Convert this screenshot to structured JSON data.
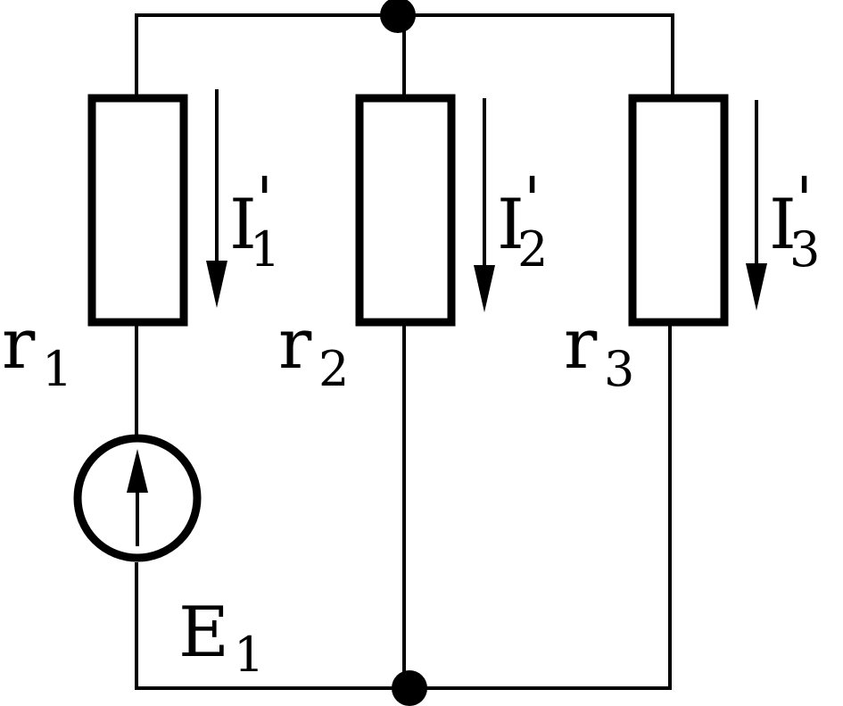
{
  "colors": {
    "stroke": "#000000",
    "background": "#ffffff"
  },
  "resistors": [
    {
      "symbol": "r",
      "index": "1"
    },
    {
      "symbol": "r",
      "index": "2"
    },
    {
      "symbol": "r",
      "index": "3"
    }
  ],
  "currents": [
    {
      "symbol": "I",
      "index": "1",
      "prime": "'"
    },
    {
      "symbol": "I",
      "index": "2",
      "prime": "'"
    },
    {
      "symbol": "I",
      "index": "3",
      "prime": "'"
    }
  ],
  "source": {
    "symbol": "E",
    "index": "1"
  }
}
